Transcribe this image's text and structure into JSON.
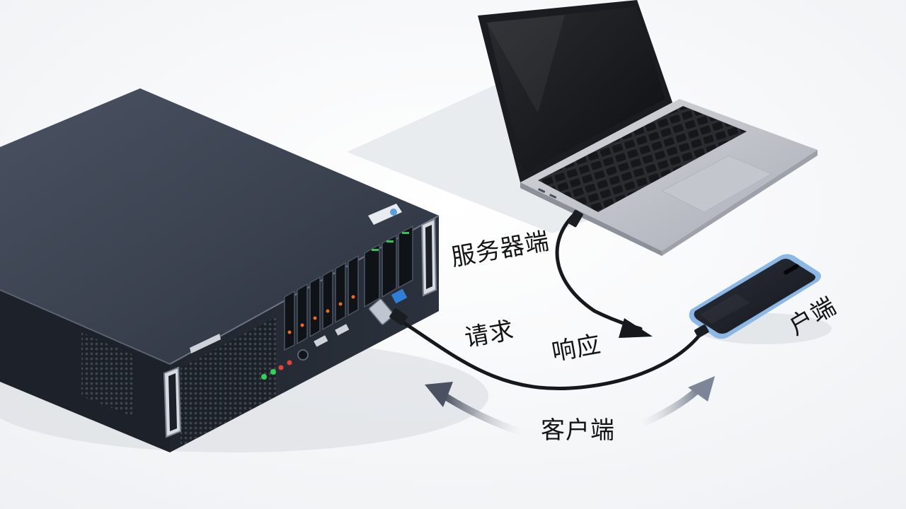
{
  "labels": {
    "server": "服务器端",
    "request": "请求",
    "response": "响应",
    "client": "客户端",
    "edge_fragment": "户端"
  }
}
